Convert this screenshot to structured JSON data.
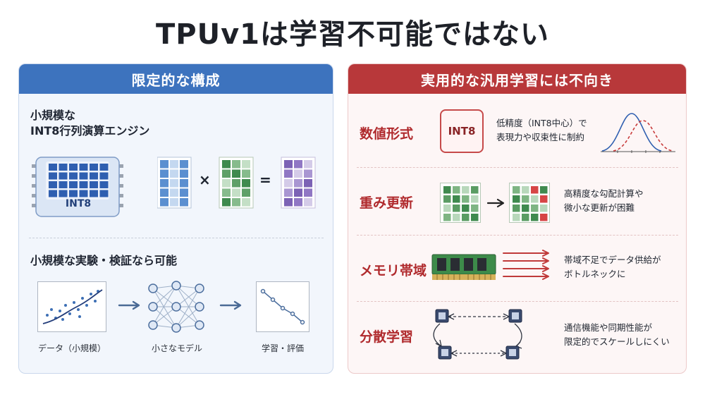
{
  "title": "TPUv1は学習不可能ではない",
  "left_panel": {
    "header": "限定的な構成",
    "section1": {
      "title_line1": "小規模な",
      "title_line2": "INT8行列演算エンジン",
      "chip_label": "INT8",
      "times_symbol": "×",
      "equals_symbol": "="
    },
    "section2": {
      "title": "小規模な実験・検証なら可能",
      "steps": [
        "データ（小規模）",
        "小さなモデル",
        "学習・評価"
      ]
    }
  },
  "right_panel": {
    "header": "実用的な汎用学習には不向き",
    "rows": [
      {
        "label": "数値形式",
        "badge": "INT8",
        "desc_line1": "低精度（INT8中心）で",
        "desc_line2": "表現力や収束性に制約"
      },
      {
        "label": "重み更新",
        "desc_line1": "高精度な勾配計算や",
        "desc_line2": "微小な更新が困難"
      },
      {
        "label": "メモリ帯域",
        "desc_line1": "帯域不足でデータ供給が",
        "desc_line2": "ボトルネックに"
      },
      {
        "label": "分散学習",
        "desc_line1": "通信機能や同期性能が",
        "desc_line2": "限定的でスケールしにくい"
      }
    ]
  },
  "colors": {
    "blue_accent": "#3d73be",
    "red_accent": "#b8383a",
    "green_cells": "#3f8a4e",
    "purple_cells": "#7c62b5"
  }
}
